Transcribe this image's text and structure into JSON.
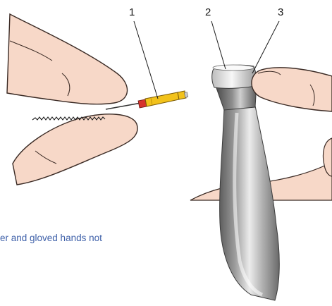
{
  "callouts": {
    "label1": "1",
    "label2": "2",
    "label3": "3"
  },
  "caption": "er and gloved hands not",
  "colors": {
    "skin": "#f7d8c8",
    "skin_outline": "#3a2a24",
    "file_handle": "#f2c21b",
    "file_stop": "#d6322c",
    "metal_dark": "#6e6e6e",
    "metal_light": "#f2f2f2",
    "caption_text": "#3d5fa8"
  }
}
